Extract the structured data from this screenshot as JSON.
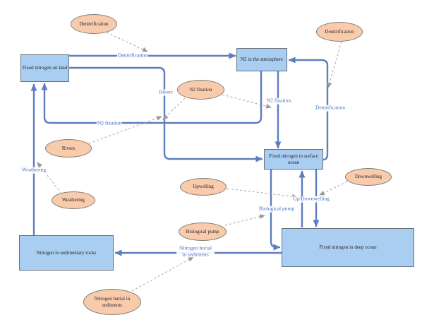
{
  "nodes": {
    "land": {
      "label": "Fixed nitrogen on land"
    },
    "atmosphere": {
      "label": "N2 in the atmosphere"
    },
    "surface": {
      "label": "Fixed nitrogen in surface ocean"
    },
    "sedrocks": {
      "label": "Nitrogen in sedimentary rocks"
    },
    "deep": {
      "label": "Fixed nitrogen in deep ocean"
    }
  },
  "bubbles": {
    "denitrification_left": {
      "label": "Denitrification"
    },
    "denitrification_right": {
      "label": "Denitrification"
    },
    "n2_fixation": {
      "label": "N2 fixation"
    },
    "rivers": {
      "label": "Rivers"
    },
    "weathering": {
      "label": "Weathering"
    },
    "upwelling": {
      "label": "Upwelling"
    },
    "downwelling": {
      "label": "Downwelling"
    },
    "biological_pump": {
      "label": "Biological pump"
    },
    "nitrogen_burial": {
      "label": "Nitrogen burial in sediments"
    }
  },
  "edge_labels": {
    "dentrification_top": "Dentrification",
    "rivers": "Rivers",
    "n2_fixation_left": "N2 fixation",
    "n2_fixation_mid": "N2 fixation",
    "dentrification_right": "Dentrification",
    "weathering": "Weathering",
    "up_downwelling": "Up/Downwelling",
    "biological_pump": "Biological pump",
    "nitrogen_burial": "Nitrogen burial in sediments"
  },
  "colors": {
    "node_fill": "#a9cef2",
    "node_stroke": "#66707a",
    "bubble_fill": "#f8cbad",
    "bubble_stroke": "#7d7d74",
    "arrow": "#5b7dc2",
    "edge_label_text": "#4472c4",
    "dashed_connector": "#a6a6a6"
  }
}
